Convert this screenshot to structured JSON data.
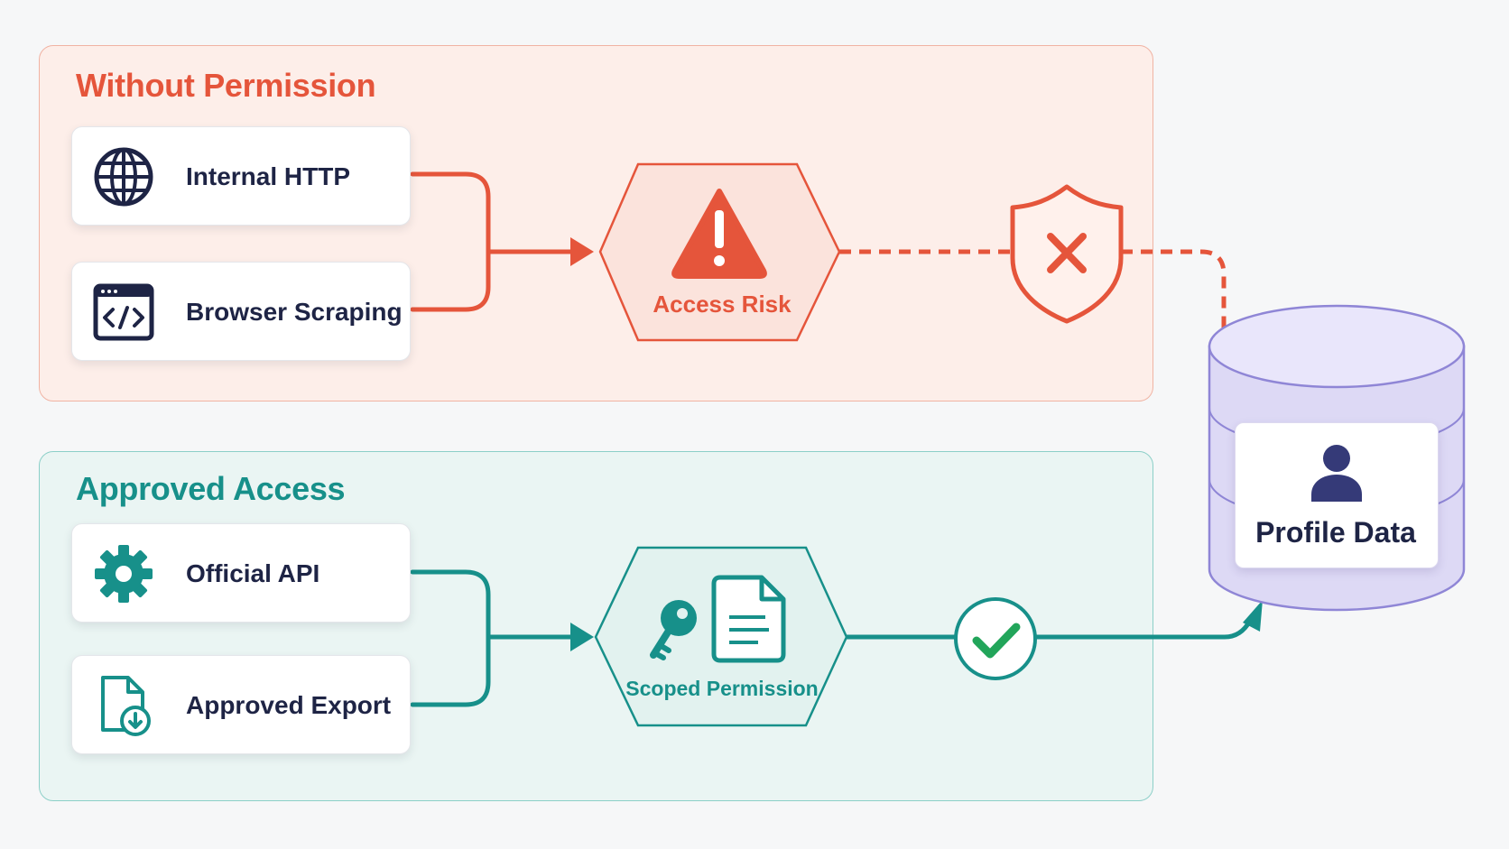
{
  "panels": {
    "without": {
      "title": "Without Permission",
      "sources": [
        {
          "label": "Internal HTTP",
          "icon": "globe-icon"
        },
        {
          "label": "Browser Scraping",
          "icon": "code-window-icon"
        }
      ],
      "risk_node": {
        "label": "Access Risk",
        "icon": "warning-triangle-icon"
      },
      "block_node": {
        "icon": "shield-x-icon"
      }
    },
    "approved": {
      "title": "Approved Access",
      "sources": [
        {
          "label": "Official API",
          "icon": "gear-icon"
        },
        {
          "label": "Approved Export",
          "icon": "file-download-icon"
        }
      ],
      "permission_node": {
        "label": "Scoped Permission",
        "icon": "key-document-icon"
      },
      "check_node": {
        "icon": "checkmark-icon"
      }
    }
  },
  "target": {
    "label": "Profile Data",
    "icon": "database-user-icon"
  },
  "colors": {
    "danger": "#e5553b",
    "danger_panel": "#fdeee9",
    "success": "#17908a",
    "success_panel": "#eaf5f3",
    "navy": "#1e2445",
    "database": "#ddd9f5",
    "database_stroke": "#8f86d6"
  }
}
